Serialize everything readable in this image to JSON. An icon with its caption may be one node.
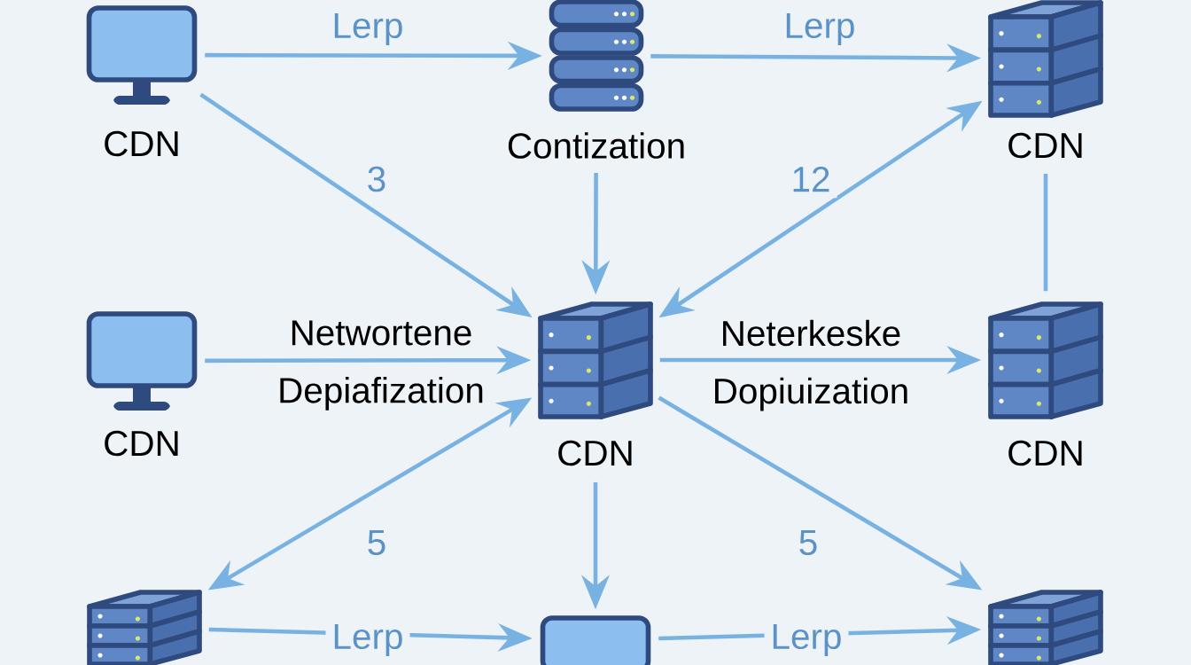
{
  "diagram": {
    "nodes": [
      {
        "text": [
          "CDN"
        ]
      },
      {
        "text": [
          "Contization"
        ]
      },
      {
        "text": [
          "CDN"
        ]
      },
      {
        "text": [
          "CDN"
        ]
      },
      {
        "text": [
          "CDN"
        ]
      },
      {
        "text": [
          "CDN"
        ]
      },
      {
        "text": [],
        "shape": "picture"
      },
      {
        "text": [],
        "shape": "box"
      },
      {
        "text": [],
        "shape": "picture"
      }
    ],
    "edges": [
      {
        "from": 0,
        "to": 1,
        "label": "Lerp",
        "arrow": "to"
      },
      {
        "from": 1,
        "to": 2,
        "label": "Lerp",
        "arrow": "to"
      },
      {
        "from": 0,
        "to": 4,
        "label": "3",
        "arrow": "to"
      },
      {
        "from": 1,
        "to": 4,
        "arrow": "to"
      },
      {
        "from": 2,
        "to": 4,
        "label": "12",
        "arrow": "both"
      },
      {
        "from": 2,
        "to": 5,
        "arrow": "none"
      },
      {
        "from": 3,
        "to": 4,
        "label": "Networtene Depiafization",
        "arrow": "to"
      },
      {
        "from": 4,
        "to": 5,
        "label": "Neterkeske Dopiuization",
        "arrow": "to"
      },
      {
        "from": 4,
        "to": 6,
        "label": "5",
        "arrow": "both"
      },
      {
        "from": 4,
        "to": 7,
        "arrow": "to"
      },
      {
        "from": 4,
        "to": 8,
        "label": "5",
        "arrow": "to"
      },
      {
        "from": 6,
        "to": 7,
        "label": "Lerp",
        "arrow": "to"
      },
      {
        "from": 7,
        "to": 8,
        "label": "Lerp",
        "arrow": "to"
      }
    ]
  }
}
